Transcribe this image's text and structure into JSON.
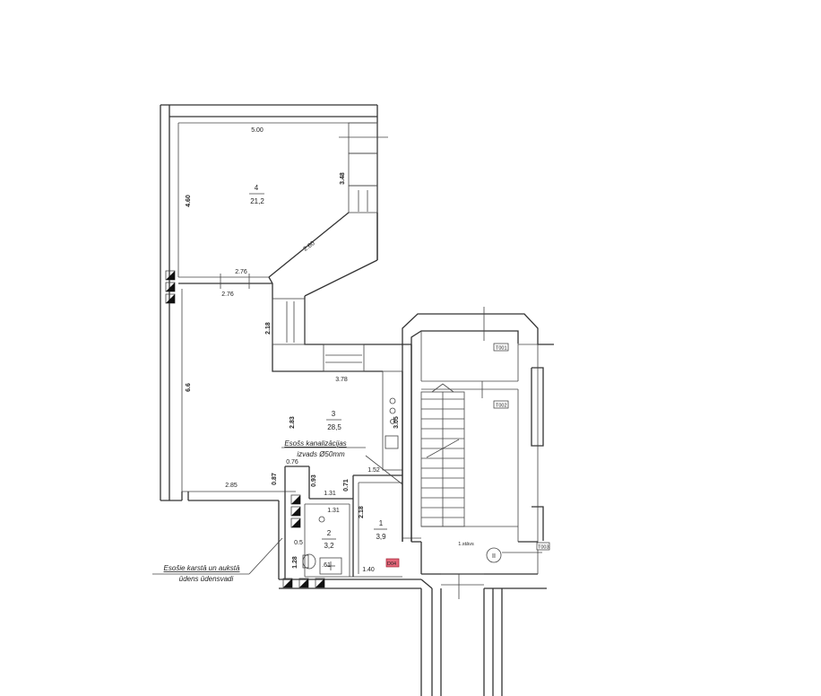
{
  "rooms": [
    {
      "number": "4",
      "area": "21,2"
    },
    {
      "number": "3",
      "area": "28,5"
    },
    {
      "number": "1",
      "area": "3,9"
    },
    {
      "number": "2",
      "area": "3,2"
    }
  ],
  "dimensions": {
    "d_5_00": "5.00",
    "d_4_60": "4.60",
    "d_3_48": "3.48",
    "d_2_60": "2.60",
    "d_2_76a": "2.76",
    "d_2_76b": "2.76",
    "d_2_18a": "2.18",
    "d_3_78": "3.78",
    "d_6_6": "6.6",
    "d_2_83": "2.83",
    "d_3_05": "3.05",
    "d_0_76": "0.76",
    "d_0_87": "0.87",
    "d_0_93": "0.93",
    "d_1_52": "1.52",
    "d_0_71": "0.71",
    "d_2_85": "2.85",
    "d_1_31a": "1.31",
    "d_1_31b": "1.31",
    "d_2_18b": "2.18",
    "d_0_5": "0.5",
    "d_1_28": "1.28",
    "d_0_61": ".61",
    "d_1_40": "1.40"
  },
  "notes": {
    "sewer_line1": "Esošs kanalizācijas",
    "sewer_line2": "izvads Ø50mm",
    "water_line1": "Esošie karstā un aukstā",
    "water_line2": "ūdens ūdensvadi"
  },
  "stair": {
    "label": "1.stāvs",
    "symbol": "II"
  },
  "tags": [
    "T001",
    "T002",
    "T003",
    "D04"
  ]
}
